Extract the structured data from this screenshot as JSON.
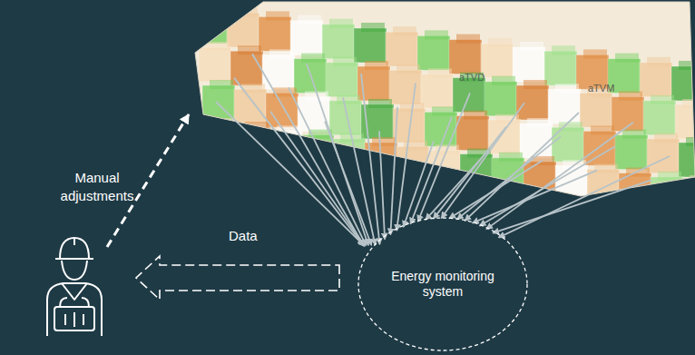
{
  "diagram": {
    "nodes": [
      {
        "text": [
          "Energy monitoring system"
        ]
      }
    ],
    "labels": [
      "Manual adjustments",
      "Data",
      "aTVD",
      "aTVM"
    ]
  }
}
